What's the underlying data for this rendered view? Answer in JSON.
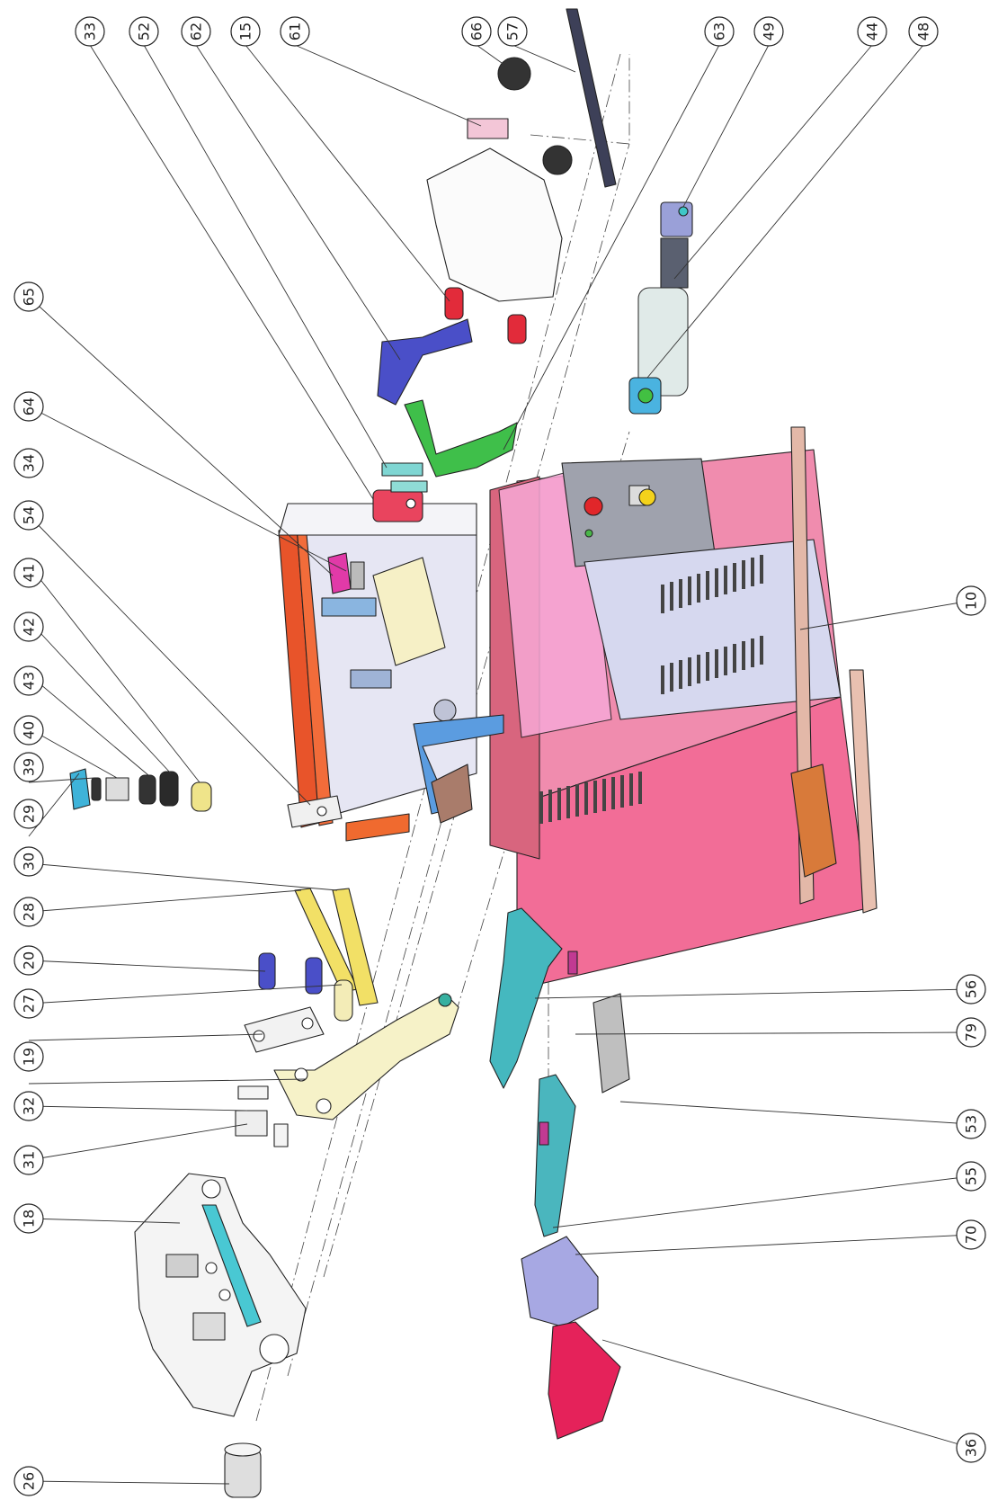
{
  "diagram": {
    "callouts": [
      {
        "id": "c33",
        "label": "33"
      },
      {
        "id": "c52",
        "label": "52"
      },
      {
        "id": "c62",
        "label": "62"
      },
      {
        "id": "c15",
        "label": "15"
      },
      {
        "id": "c61",
        "label": "61"
      },
      {
        "id": "c66",
        "label": "66"
      },
      {
        "id": "c57",
        "label": "57"
      },
      {
        "id": "c63",
        "label": "63"
      },
      {
        "id": "c49",
        "label": "49"
      },
      {
        "id": "c44",
        "label": "44"
      },
      {
        "id": "c48",
        "label": "48"
      },
      {
        "id": "c65",
        "label": "65"
      },
      {
        "id": "c64",
        "label": "64"
      },
      {
        "id": "c34",
        "label": "34"
      },
      {
        "id": "c54",
        "label": "54"
      },
      {
        "id": "c41",
        "label": "41"
      },
      {
        "id": "c42",
        "label": "42"
      },
      {
        "id": "c43",
        "label": "43"
      },
      {
        "id": "c40",
        "label": "40"
      },
      {
        "id": "c39",
        "label": "39"
      },
      {
        "id": "c29",
        "label": "29"
      },
      {
        "id": "c30",
        "label": "30"
      },
      {
        "id": "c28",
        "label": "28"
      },
      {
        "id": "c20",
        "label": "20"
      },
      {
        "id": "c27",
        "label": "27"
      },
      {
        "id": "c19",
        "label": "19"
      },
      {
        "id": "c32",
        "label": "32"
      },
      {
        "id": "c31",
        "label": "31"
      },
      {
        "id": "c18",
        "label": "18"
      },
      {
        "id": "c26",
        "label": "26"
      },
      {
        "id": "c10",
        "label": "10"
      },
      {
        "id": "c56",
        "label": "56"
      },
      {
        "id": "c79",
        "label": "79"
      },
      {
        "id": "c53",
        "label": "53"
      },
      {
        "id": "c55",
        "label": "55"
      },
      {
        "id": "c70",
        "label": "70"
      },
      {
        "id": "c36",
        "label": "36"
      }
    ]
  }
}
